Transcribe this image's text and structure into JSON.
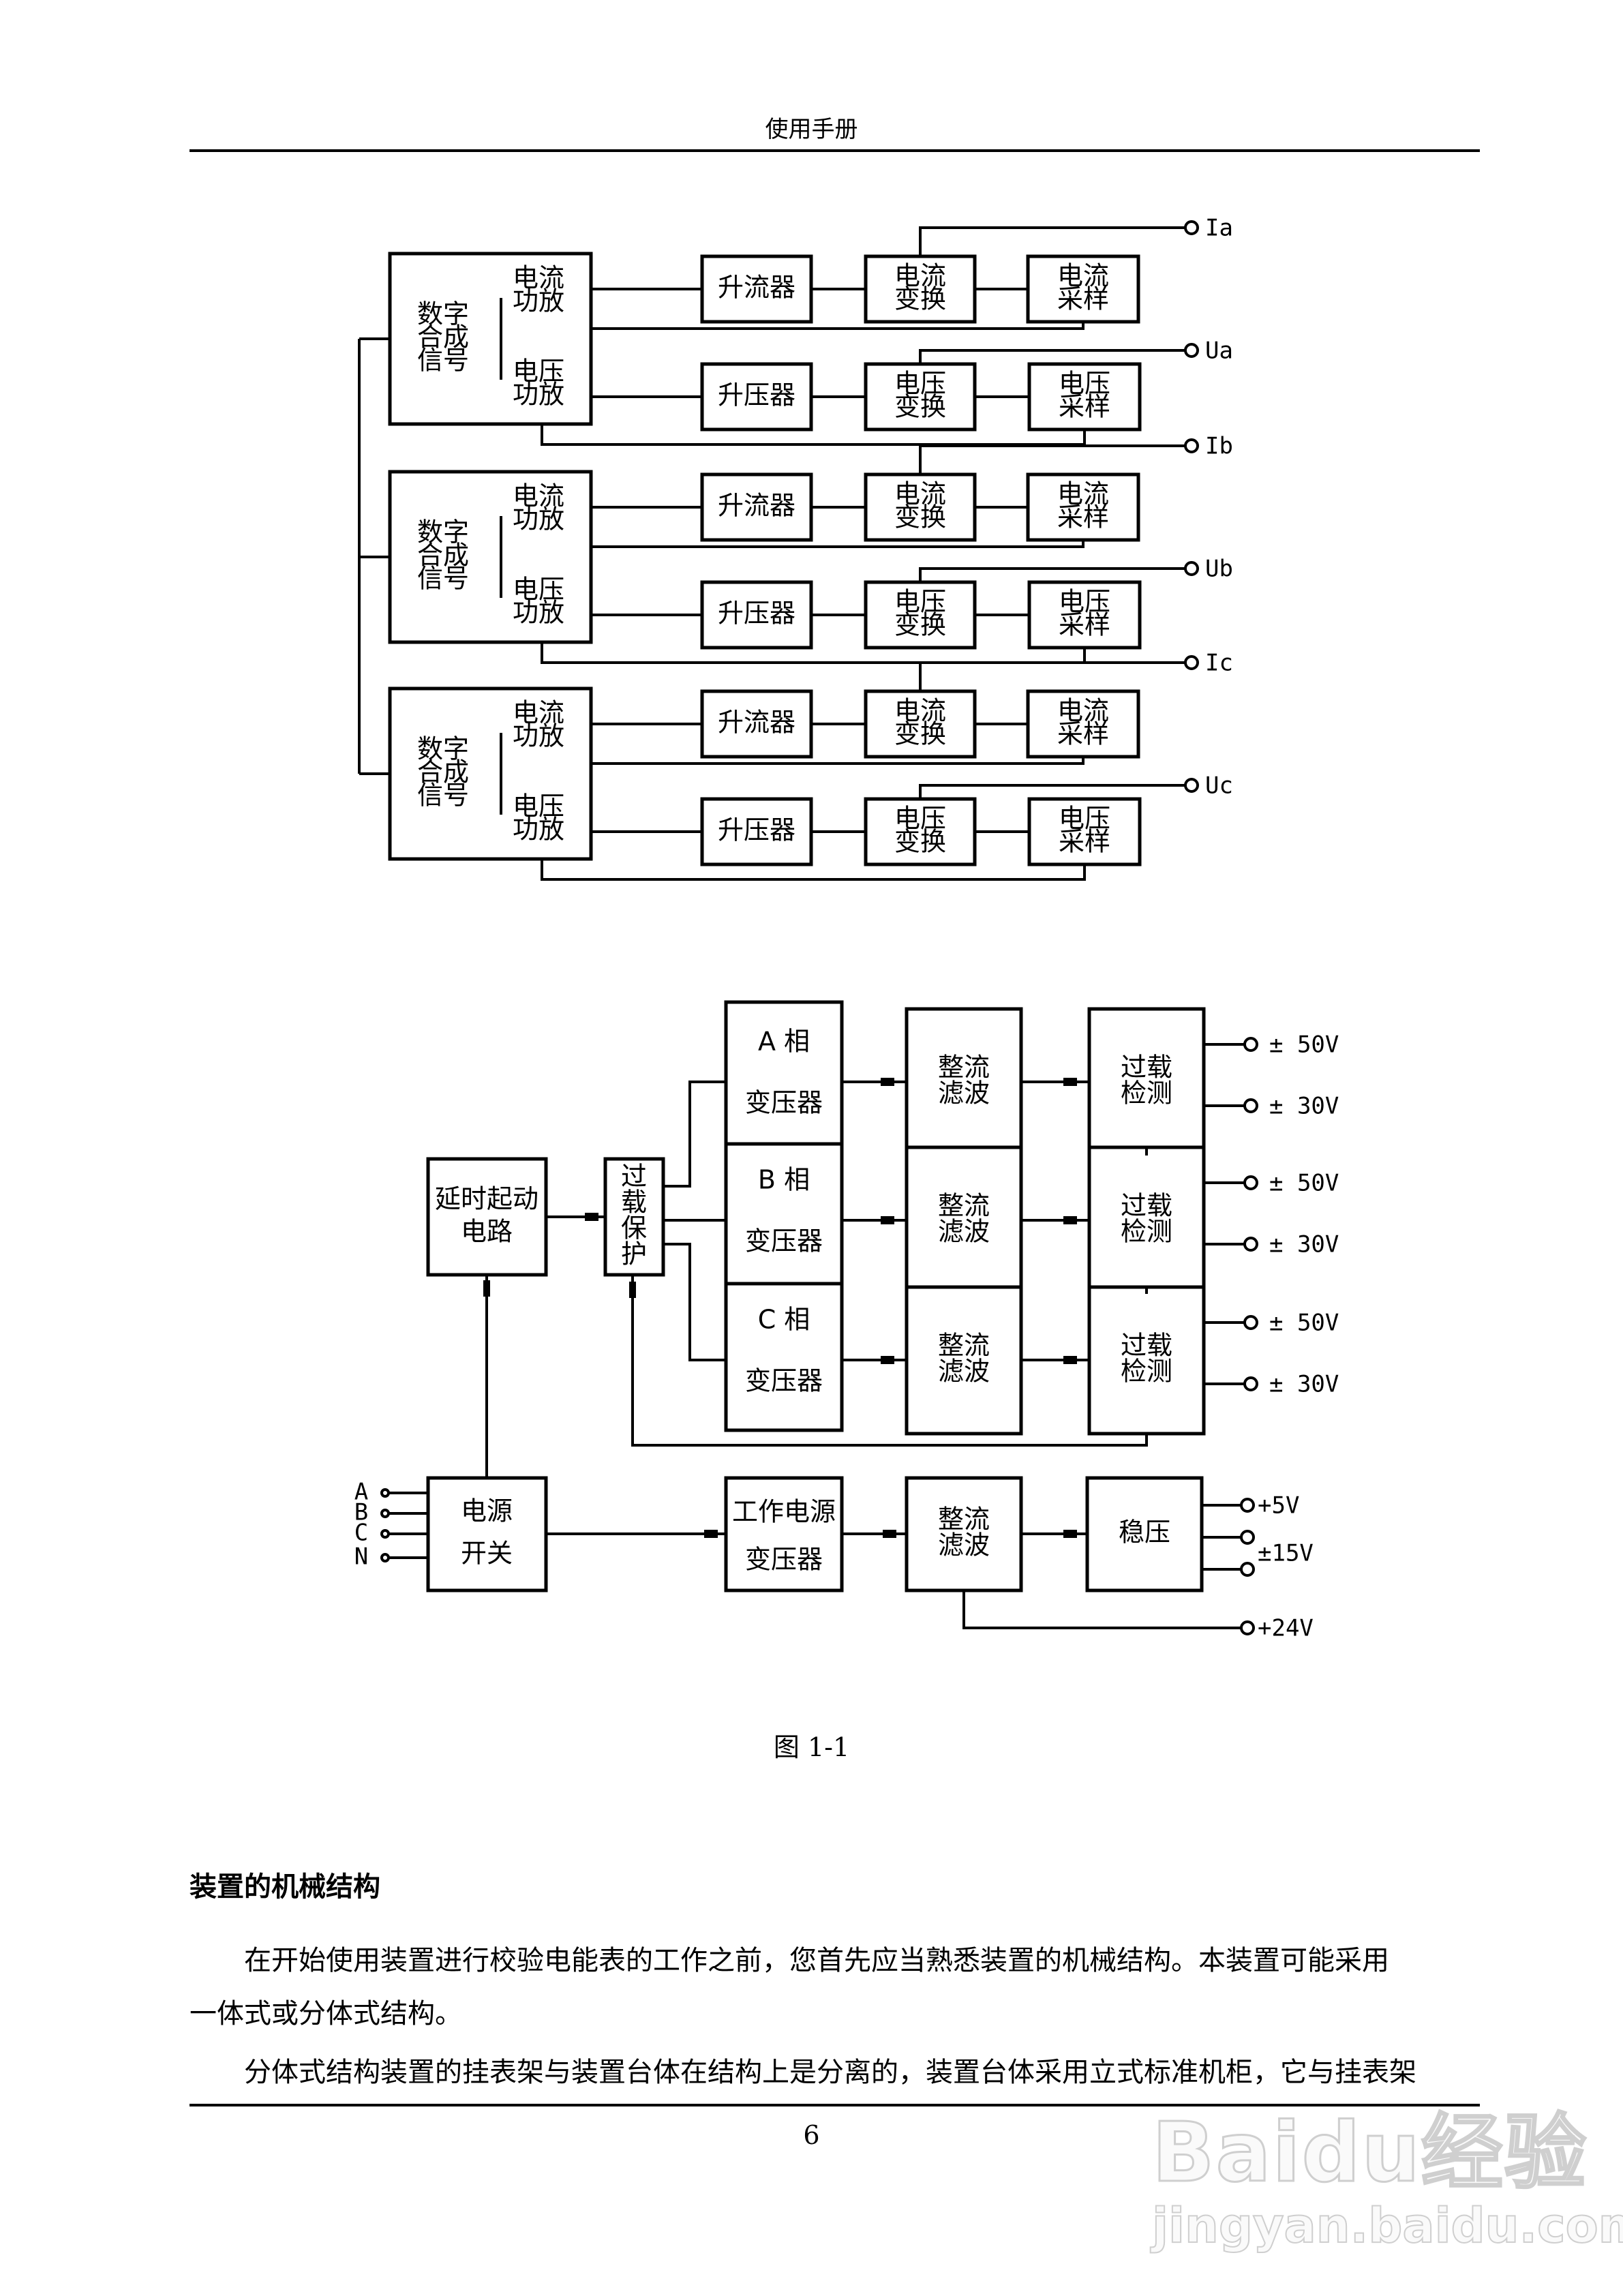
{
  "header": {
    "title": "使用手册"
  },
  "diagram1": {
    "groups": [
      {
        "source": [
          "数字",
          "合成",
          "信号"
        ],
        "amp_current": [
          "电流",
          "功放"
        ],
        "amp_voltage": [
          "电压",
          "功放"
        ],
        "boost_current": "升流器",
        "boost_voltage": "升压器",
        "conv_current": [
          "电流",
          "变换"
        ],
        "conv_voltage": [
          "电压",
          "变换"
        ],
        "samp_current": [
          "电流",
          "采样"
        ],
        "samp_voltage": [
          "电压",
          "采样"
        ],
        "out_current": "Ia",
        "out_voltage": "Ua"
      },
      {
        "source": [
          "数字",
          "合成",
          "信号"
        ],
        "amp_current": [
          "电流",
          "功放"
        ],
        "amp_voltage": [
          "电压",
          "功放"
        ],
        "boost_current": "升流器",
        "boost_voltage": "升压器",
        "conv_current": [
          "电流",
          "变换"
        ],
        "conv_voltage": [
          "电压",
          "变换"
        ],
        "samp_current": [
          "电流",
          "采样"
        ],
        "samp_voltage": [
          "电压",
          "采样"
        ],
        "out_current": "Ib",
        "out_voltage": "Ub"
      },
      {
        "source": [
          "数字",
          "合成",
          "信号"
        ],
        "amp_current": [
          "电流",
          "功放"
        ],
        "amp_voltage": [
          "电压",
          "功放"
        ],
        "boost_current": "升流器",
        "boost_voltage": "升压器",
        "conv_current": [
          "电流",
          "变换"
        ],
        "conv_voltage": [
          "电压",
          "变换"
        ],
        "samp_current": [
          "电流",
          "采样"
        ],
        "samp_voltage": [
          "电压",
          "采样"
        ],
        "out_current": "Ic",
        "out_voltage": "Uc"
      }
    ]
  },
  "diagram2": {
    "delay": [
      "延时起动",
      "电路"
    ],
    "protect": [
      "过",
      "载",
      "保",
      "护"
    ],
    "phases": [
      {
        "xfmr": [
          "A 相",
          "变压器"
        ],
        "rect": [
          "整流",
          "滤波"
        ],
        "detect": [
          "过载",
          "检测"
        ],
        "out1": "± 50V",
        "out2": "± 30V"
      },
      {
        "xfmr": [
          "B 相",
          "变压器"
        ],
        "rect": [
          "整流",
          "滤波"
        ],
        "detect": [
          "过载",
          "检测"
        ],
        "out1": "± 50V",
        "out2": "± 30V"
      },
      {
        "xfmr": [
          "C 相",
          "变压器"
        ],
        "rect": [
          "整流",
          "滤波"
        ],
        "detect": [
          "过载",
          "检测"
        ],
        "out1": "± 50V",
        "out2": "± 30V"
      }
    ],
    "switch": [
      "电源",
      "开关"
    ],
    "inputs": [
      "A",
      "B",
      "C",
      "N"
    ],
    "work_xfmr": [
      "工作电源",
      "变压器"
    ],
    "work_rect": [
      "整流",
      "滤波"
    ],
    "regulator": "稳压",
    "out_5v": "+5V",
    "out_15v": "±15V",
    "out_24v": "+24V"
  },
  "caption": "图 1-1",
  "section": {
    "heading": "装置的机械结构",
    "paragraphs": [
      "　　在开始使用装置进行校验电能表的工作之前，您首先应当熟悉装置的机械结构。本装置可能采用",
      "一体式或分体式结构。",
      "　　分体式结构装置的挂表架与装置台体在结构上是分离的，装置台体采用立式标准机柜，它与挂表架"
    ]
  },
  "footer": {
    "page_number": "6"
  },
  "watermark": {
    "brand": "Baidu经验",
    "url": "jingyan.baidu.com"
  }
}
